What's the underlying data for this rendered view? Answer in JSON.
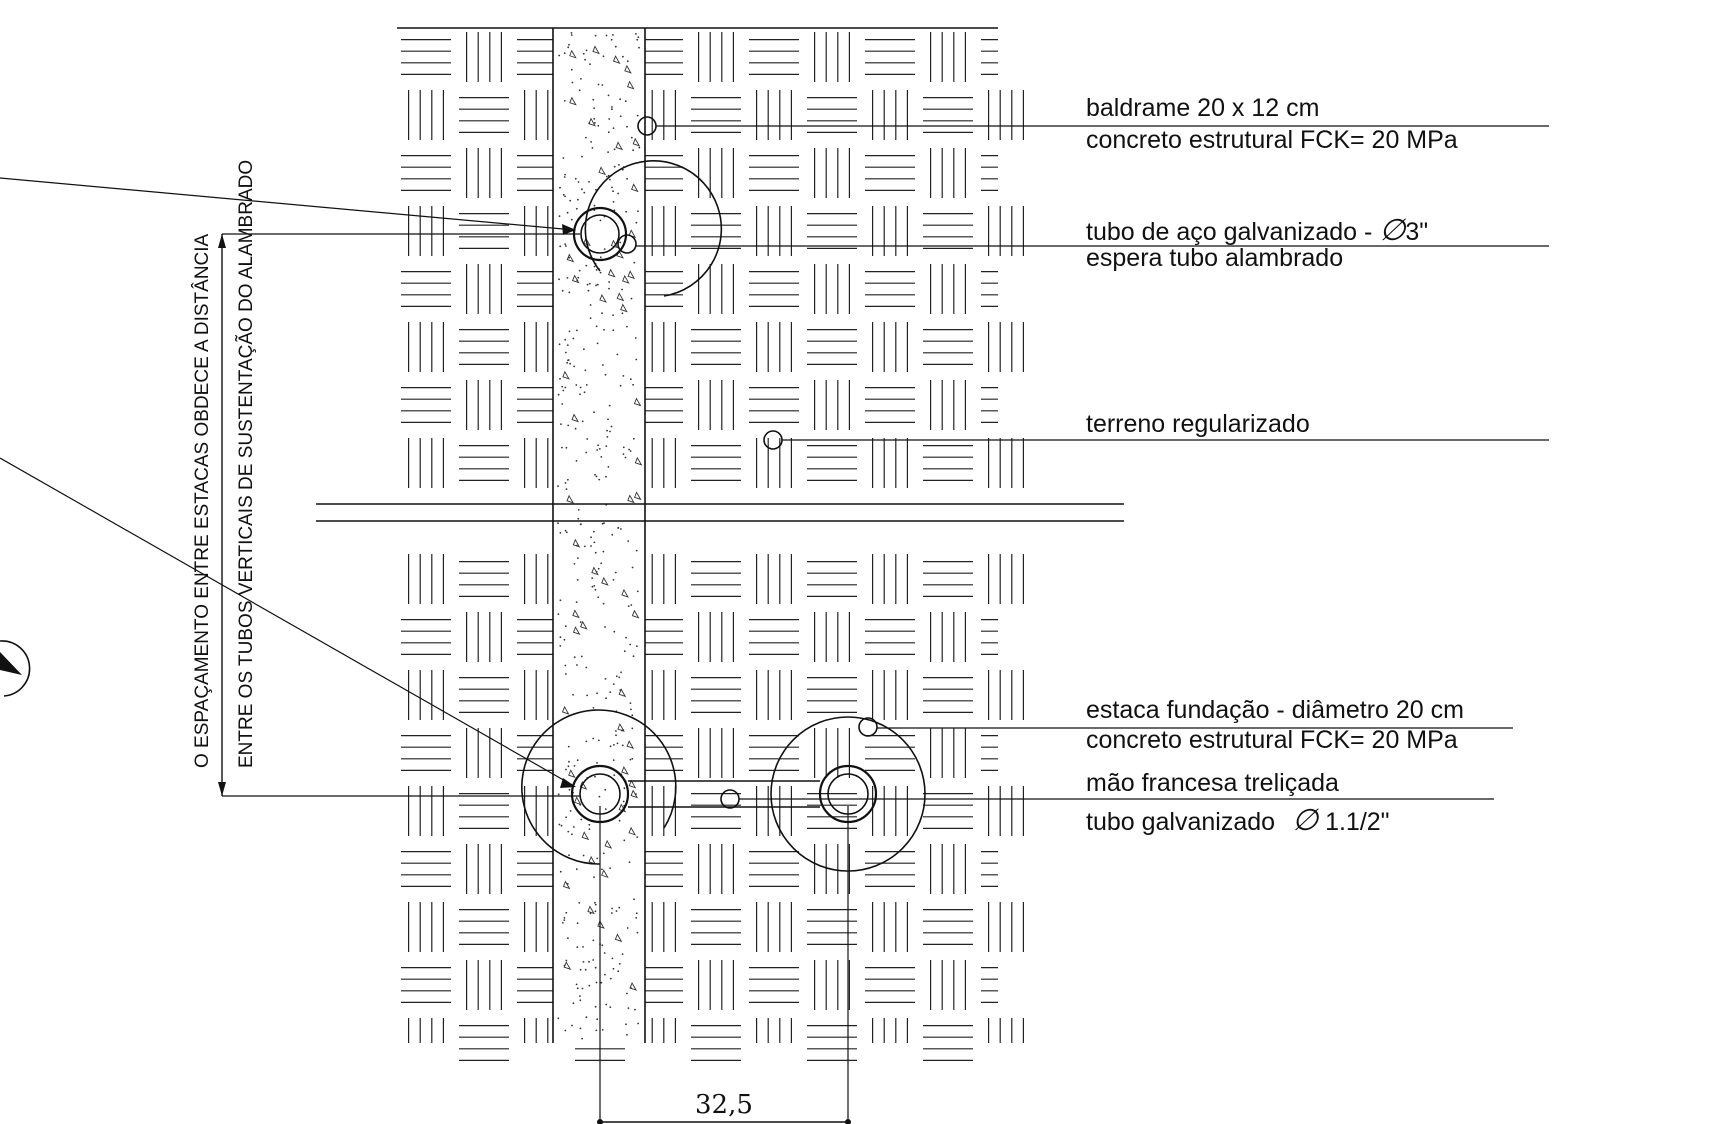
{
  "labels": {
    "baldrame": "baldrame 20 x 12 cm",
    "concreto_top": "concreto estrutural FCK= 20 MPa",
    "tubo_aco_prefix": "tubo de aço galvanizado - ",
    "tubo_aco_size": "3\"",
    "espera": "espera tubo alambrado",
    "terreno": "terreno regularizado",
    "estaca": "estaca fundação - diâmetro 20 cm",
    "concreto_bottom": "concreto estrutural FCK= 20 MPa",
    "mao_francesa": "mão francesa treliçada",
    "tubo_galv_prefix": "tubo galvanizado ",
    "tubo_galv_size": " 1.1/2\"",
    "phi_symbol": "∅"
  },
  "vertical_notes": {
    "line1": "O ESPAÇAMENTO ENTRE ESTACAS OBDECE A DISTÂNCIA",
    "line2": "ENTRE OS TUBOS VERTICAIS DE SUSTENTAÇÃO DO ALAMBRADO"
  },
  "dimension": {
    "value": "32,5"
  },
  "colors": {
    "line": "#111111",
    "hatch": "#222222",
    "background": "#ffffff"
  }
}
